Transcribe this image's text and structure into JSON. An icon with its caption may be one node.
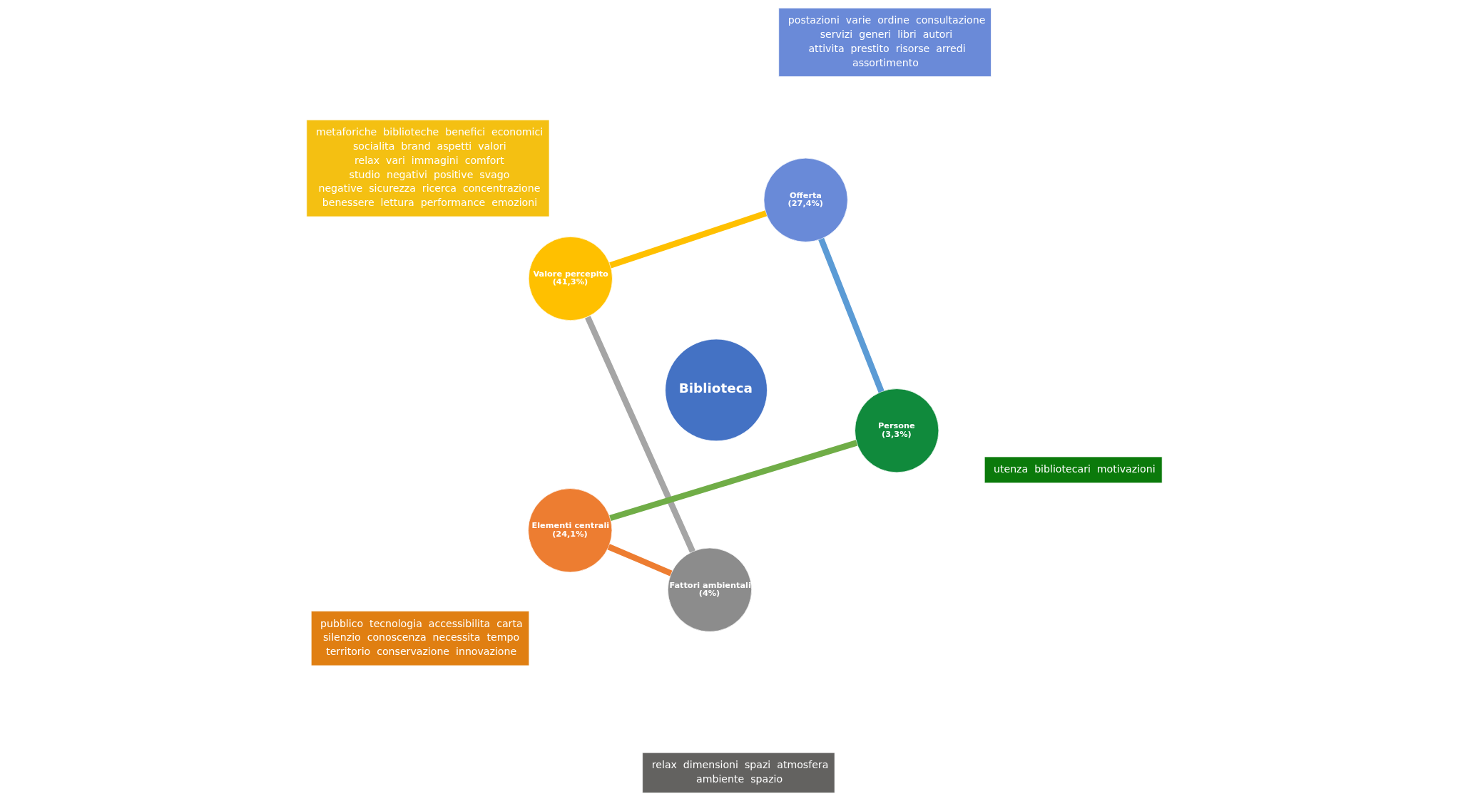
{
  "diagram": {
    "nodes": [
      {
        "text": [
          "Biblioteca"
        ]
      },
      {
        "text": [
          "Elementi centrali",
          "(24,1%)"
        ]
      },
      {
        "text": [
          "Fattori ambientali",
          "(4%)"
        ]
      },
      {
        "text": [
          "Valore percepito",
          "(41,3%)"
        ]
      },
      {
        "text": [
          "Offerta",
          "(27,4%)"
        ]
      },
      {
        "text": [
          "Persone",
          "(3,3%)"
        ]
      },
      {
        "text": [
          "pubblico",
          "tecnologia",
          "accessibilita",
          "carta",
          "silenzio",
          "conoscenza",
          "necessita",
          "tempo",
          "territorio",
          "conservazione",
          "innovazione"
        ]
      },
      {
        "text": [
          "relax",
          "dimensioni",
          "spazi",
          "atmosfera",
          "ambiente",
          "spazio"
        ]
      },
      {
        "text": [
          "metaforiche",
          "biblioteche",
          "benefici",
          "economici",
          "socialita",
          "brand",
          "aspetti",
          "valori",
          "relax",
          "vari",
          "immagini",
          "comfort",
          "studio",
          "negativi",
          "positive",
          "svago",
          "negative",
          "sicurezza",
          "ricerca",
          "concentrazione",
          "benessere",
          "lettura",
          "performance",
          "emozioni"
        ]
      },
      {
        "text": [
          "postazioni",
          "varie",
          "ordine",
          "consultazione",
          "servizi",
          "generi",
          "libri",
          "autori",
          "attivita",
          "prestito",
          "risorse",
          "arredi",
          "assortimento"
        ]
      },
      {
        "text": [
          "utenza",
          "bibliotecari",
          "motivazioni"
        ]
      }
    ],
    "edges": [
      {
        "from": 1,
        "to": 2,
        "arrow": "none",
        "color": "#ed7d31"
      },
      {
        "from": 2,
        "to": 3,
        "arrow": "none",
        "color": "#a5a5a5"
      },
      {
        "from": 3,
        "to": 4,
        "arrow": "none",
        "color": "#ffc000"
      },
      {
        "from": 4,
        "to": 5,
        "arrow": "none",
        "color": "#5b9bd5"
      },
      {
        "from": 5,
        "to": 1,
        "arrow": "none",
        "color": "#70ad47"
      }
    ]
  }
}
